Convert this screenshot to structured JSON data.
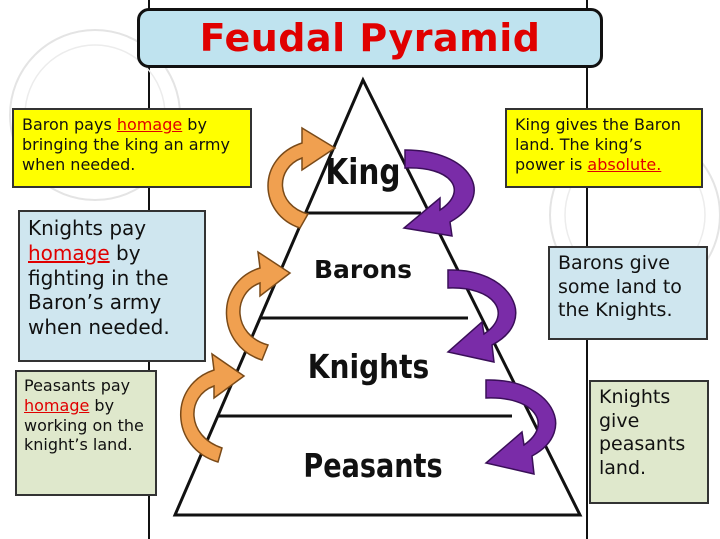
{
  "title": "Feudal Pyramid",
  "levels": {
    "king": "King",
    "barons": "Barons",
    "knights": "Knights",
    "peasants": "Peasants"
  },
  "left_boxes": {
    "baron": {
      "pre": "Baron pays ",
      "highlight": "homage",
      "post": " by bringing the king an army when needed."
    },
    "knights": {
      "pre": "Knights pay ",
      "highlight": "homage",
      "post": " by fighting in the Baron’s army when needed."
    },
    "peasants": {
      "pre": "Peasants pay ",
      "highlight": "homage",
      "post": " by working on the knight’s land."
    }
  },
  "right_boxes": {
    "king": {
      "pre": "King gives the Baron land. The king’s power is ",
      "highlight": "absolute.",
      "post": ""
    },
    "barons": {
      "text": "Barons give some land to the Knights."
    },
    "knights": {
      "text": "Knights give peasants land."
    }
  },
  "colors": {
    "title_text": "#e00000",
    "title_bg": "#bfe3ef",
    "yellow_box": "#ffff00",
    "blue_box": "#cfe6ef",
    "green_box": "#dfe8cc",
    "orange_arrow": "#f0a050",
    "purple_arrow": "#7a2ca8",
    "highlight_text": "#e00000"
  }
}
